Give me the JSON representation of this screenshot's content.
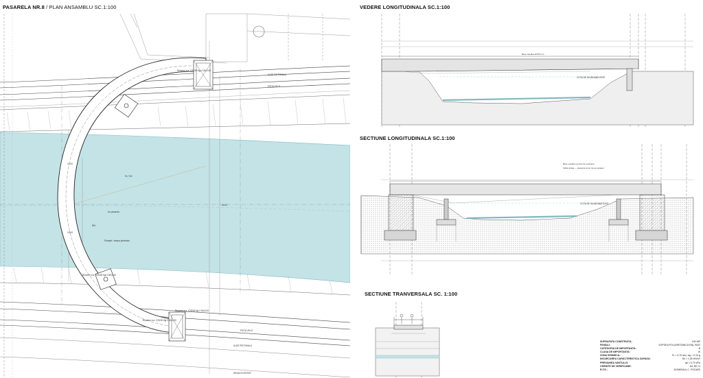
{
  "titles": {
    "plan_main": "PASARELA NR.8",
    "plan_sub": " / PLAN ANSAMBLU  SC.1:100",
    "longitudinal_view": "VEDERE LONGITUDINALA  SC.1:100",
    "longitudinal_section": "SECTIUNE LONGITUDINALA  SC.1:100",
    "transversal_section": "SECTIUNE TRANVERSALA  SC. 1:100"
  },
  "plan_labels": {
    "alee_pietonala_top": "ALEE PIETONALA",
    "pista_velo_top": "PISTA VELO",
    "pista_velo_bottom": "PISTA VELO",
    "alee_pietonala_bottom": "ALEE PIETONALA",
    "drum_existent": "DRUM EXISTENT",
    "parapet_note": "Parapet / rampa pietonala",
    "ax_pasarela": "Ax pasarela",
    "rm": "RM",
    "axis_note": "Ax pasarela\npasarel",
    "dim_r": "R=7.50",
    "dim_a": "12.00",
    "dim_b": "15.00",
    "dim_c": "40.00",
    "reazem_1": "Reazem b.a. C25/30\nfigi 2.00x2.00",
    "reazem_2": "Reazem b.a. C25/30\nfigi 2.00x2.00",
    "reazem_3": "Reazem b.a. C25/30\nfigi 2.00x2.00",
    "reazem_4": "Reazem b.a. C25/30\nfigi 2.00x2.00"
  },
  "elevation_labels": {
    "cota_inundabilitate_1": "COTA DE INUNDABILITATE",
    "cota_inundabilitate_2": "COTA DE INUNDABILITATE",
    "bara_metalica": "Bara metalica  Ø=50 mm",
    "top_note_1": "Bara metalica pe linie de sustinere",
    "top_note_2": "Tabla striata — placaj de lemn de pe parapet"
  },
  "legend": [
    {
      "key": "SUPRAFATA CONSTRUITA:",
      "value": "190 MP"
    },
    {
      "key": "FINISAJ:",
      "value": "VOPSEA POLIURETANICA RAL 9002"
    },
    {
      "key": "CATEGORIA DE IMPORTANTA:",
      "value": "B"
    },
    {
      "key": "CLASA DE IMPORTANTA:",
      "value": "III"
    },
    {
      "key": "ZONA SEISMICA:",
      "value": "Tc = 0,70 sec; ag = 0,15 g"
    },
    {
      "key": "INCARCAREA CARACTERISTICA ZAPADA:",
      "value": "Sk = 1,50 KN/m²"
    },
    {
      "key": "PRESIUNEA VANTULUI:",
      "value": "qb = 0,70 kPa"
    },
    {
      "key": "CERINTE DE VERIFICARE:",
      "value": "A4, B0, D"
    },
    {
      "key": "R.T.E.:",
      "value": "DOMENIUL C. PODURI"
    }
  ],
  "colors": {
    "water": "#c4e3e6",
    "water_line": "#7fb8c0",
    "ink": "#222222",
    "deck": "#e6e6e6",
    "concrete": "#bdbdbd",
    "accent_text": "#2a8f8a"
  }
}
